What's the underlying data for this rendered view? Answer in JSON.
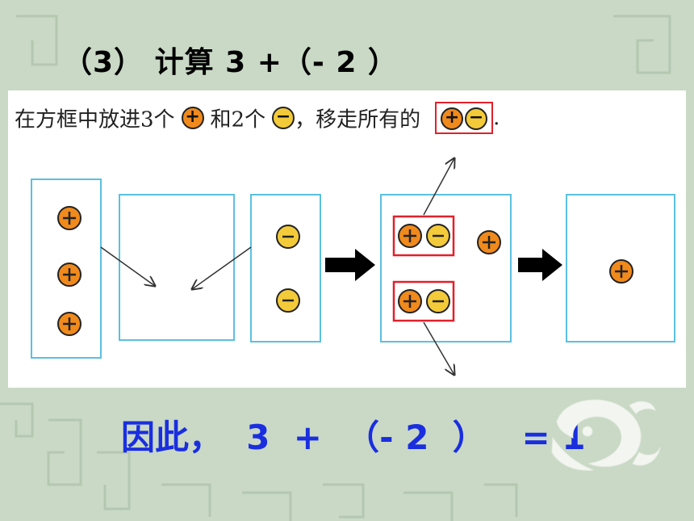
{
  "title": "（3）  计算   3 +（- 2 ）",
  "instruction": {
    "part1": "在方框中放进3个",
    "part2": "和2个",
    "part3": "，移走所有的",
    "end": "."
  },
  "chip_symbols": {
    "positive": "+",
    "negative": "−"
  },
  "conclusion": "因此，  3  +  （- 2  ）   = 1",
  "colors": {
    "background": "#c9d9c6",
    "box_border": "#5bc0e0",
    "positive_chip": "#f08a1c",
    "negative_chip": "#f3cb3a",
    "pair_border": "#e0212b",
    "conclusion_text": "#1a2ee0"
  }
}
